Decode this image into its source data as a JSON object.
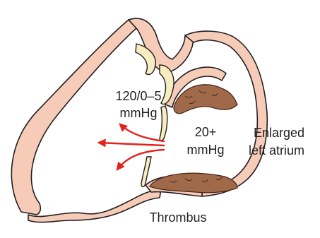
{
  "labels": {
    "ventricle_pressure_line1": "120/0–5",
    "ventricle_pressure_line2": "mmHg",
    "atrium_pressure_line1": "20+",
    "atrium_pressure_line2": "mmHg",
    "atrium_line1": "Enlarged",
    "atrium_line2": "left atrium",
    "thrombus": "Thrombus"
  },
  "colors": {
    "tissue_fill": "#f6ccb8",
    "tissue_outline": "#231f20",
    "valve_fill": "#f8edc0",
    "thrombus_fill": "#a0694a",
    "thrombus_outline": "#4a2a18",
    "flow_arrows": "#e2231a"
  }
}
